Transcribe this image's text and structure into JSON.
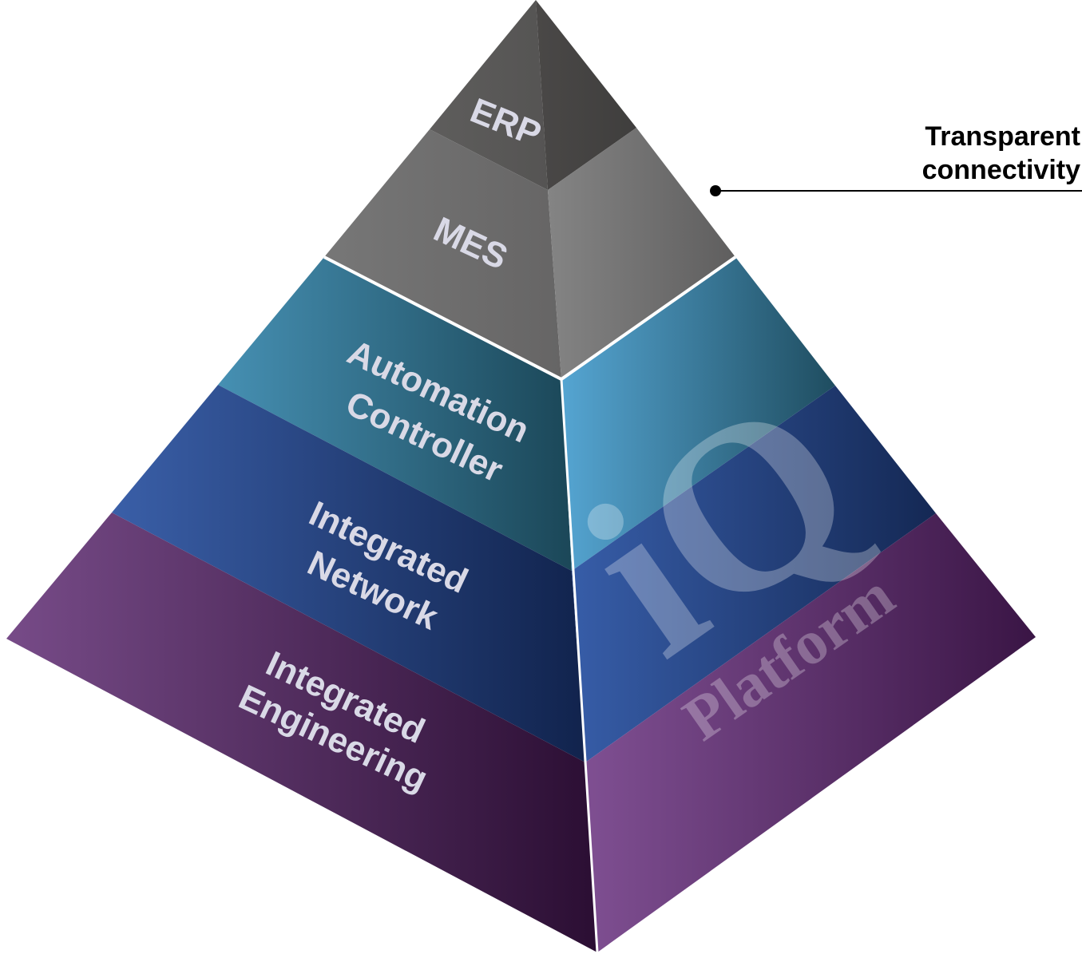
{
  "layers": [
    {
      "label": "ERP",
      "left_color": "#5b5a59",
      "right_color": "#4a4847"
    },
    {
      "label": "MES",
      "left_color": "#707070",
      "right_color": "#7c7c7c"
    },
    {
      "label_line1": "Automation",
      "label_line2": "Controller",
      "left_color": "#3f86a9",
      "right_color": "#52a2cf"
    },
    {
      "label_line1": "Integrated",
      "label_line2": "Network",
      "left_color": "#3559a2",
      "right_color": "#365ca6"
    },
    {
      "label_line1": "Integrated",
      "label_line2": "Engineering",
      "left_color": "#70467f",
      "right_color": "#7c4d8d"
    }
  ],
  "watermark": {
    "mark": "iQ",
    "word": "Platform"
  },
  "callout": {
    "line1": "Transparent",
    "line2": "connectivity"
  }
}
